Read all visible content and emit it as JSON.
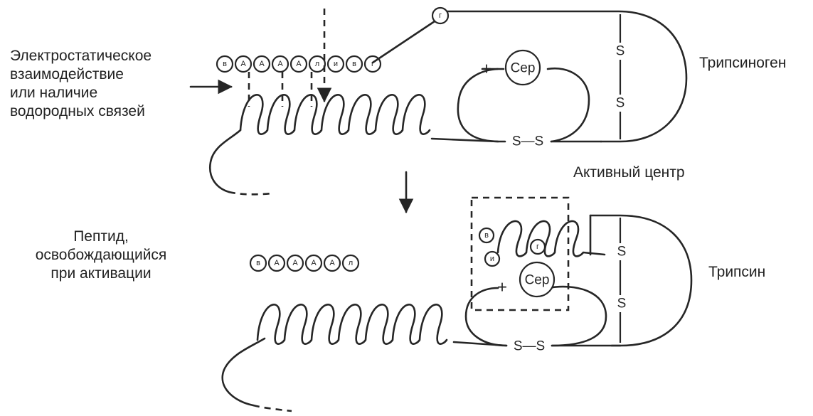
{
  "labels": {
    "interaction_line1": "Электростатическое",
    "interaction_line2": "взаимодействие",
    "interaction_line3": "или наличие",
    "interaction_line4": "водородных связей",
    "trypsinogen": "Трипсиноген",
    "active_center": "Активный центр",
    "peptide_line1": "Пептид,",
    "peptide_line2": "освобождающийся",
    "peptide_line3": "при активации",
    "trypsin": "Трипсин"
  },
  "top_peptide_beads": [
    "в",
    "А",
    "А",
    "А",
    "А",
    "л",
    "и",
    "в",
    "г"
  ],
  "top_g_bead": "г",
  "released_beads": [
    "в",
    "А",
    "А",
    "А",
    "А",
    "л"
  ],
  "site_beads": [
    "в",
    "и",
    "г"
  ],
  "ser_label": "Сер",
  "plus_sign": "+",
  "s_label": "S",
  "ss_bond_label": "S—S"
}
